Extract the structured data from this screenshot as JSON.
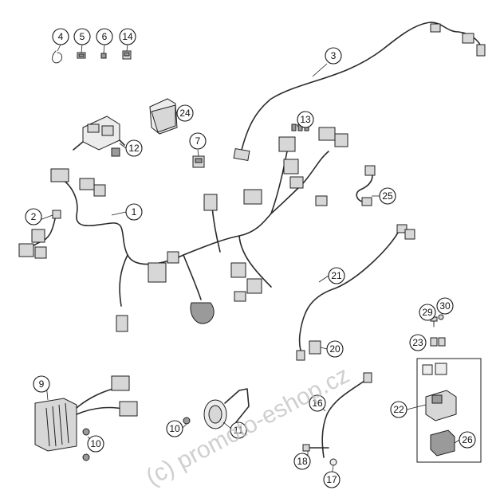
{
  "watermark": "(c) promoto-eshop.cz",
  "callouts": [
    "4",
    "5",
    "6",
    "14",
    "3",
    "24",
    "13",
    "12",
    "7",
    "2",
    "1",
    "25",
    "21",
    "29",
    "30",
    "23",
    "20",
    "9",
    "22",
    "16",
    "10",
    "11",
    "10",
    "26",
    "18",
    "17"
  ]
}
